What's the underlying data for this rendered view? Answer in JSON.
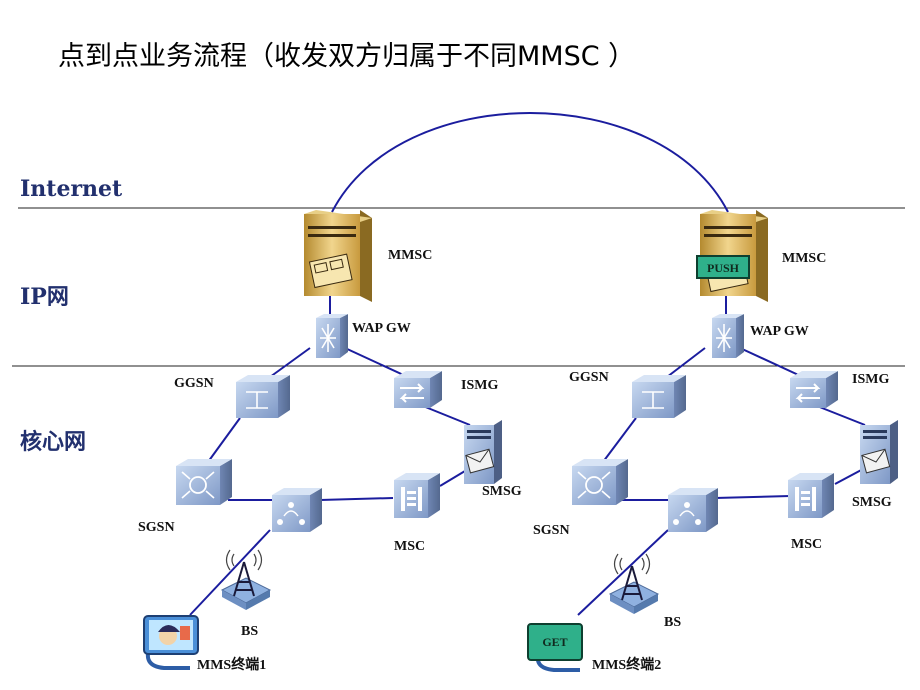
{
  "title": "点到点业务流程（收发双方归属于不同MMSC ）",
  "zones": {
    "internet": "Internet",
    "ip": "IP网",
    "core": "核心网"
  },
  "left": {
    "mmsc": "MMSC",
    "wapgw": "WAP GW",
    "ggsn": "GGSN",
    "ismg": "ISMG",
    "smsg": "SMSG",
    "sgsn": "SGSN",
    "msc": "MSC",
    "bs": "BS",
    "terminal": "MMS终端1"
  },
  "right": {
    "mmsc": "MMSC",
    "push": "PUSH",
    "wapgw": "WAP GW",
    "ggsn": "GGSN",
    "ismg": "ISMG",
    "smsg": "SMSG",
    "sgsn": "SGSN",
    "msc": "MSC",
    "bs": "BS",
    "terminal": "MMS终端2",
    "get": "GET"
  },
  "colors": {
    "link": "#1b1d9e",
    "server": "#d9b25a",
    "switch": "#9bb3d9",
    "zone_text": "#22306e"
  }
}
